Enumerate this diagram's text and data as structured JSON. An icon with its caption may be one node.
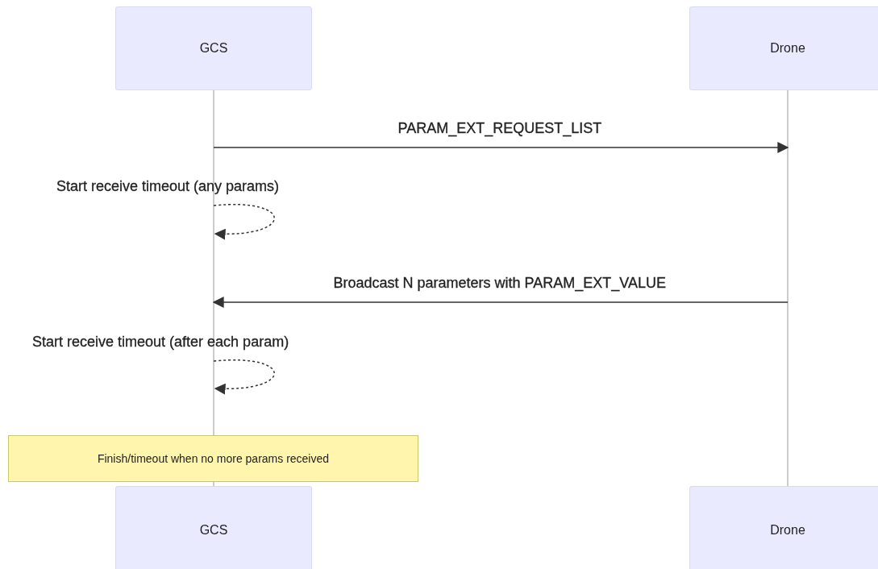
{
  "diagram": {
    "nodes": [
      {
        "text": [
          "GCS"
        ]
      },
      {
        "text": [
          "Drone"
        ]
      },
      {
        "text": [
          "GCS"
        ]
      },
      {
        "text": [
          "Drone"
        ]
      },
      {
        "text": [
          "Finish/timeout when no more params received"
        ]
      },
      {
        "text": [],
        "shape": "bar"
      },
      {
        "text": [],
        "shape": "bar"
      }
    ],
    "edges": [
      {
        "from": 5,
        "to": 6,
        "arrow": "to",
        "label": "PARAM_EXT_REQUEST_LIST"
      },
      {
        "from": 5,
        "to": 5,
        "arrow": "to",
        "style": "dashed",
        "label": "Start receive timeout (any params)"
      },
      {
        "from": 6,
        "to": 5,
        "arrow": "to",
        "label": "Broadcast N parameters with PARAM_EXT_VALUE"
      },
      {
        "from": 5,
        "to": 5,
        "arrow": "to",
        "style": "dashed",
        "label": "Start receive timeout (after each param)"
      }
    ]
  }
}
